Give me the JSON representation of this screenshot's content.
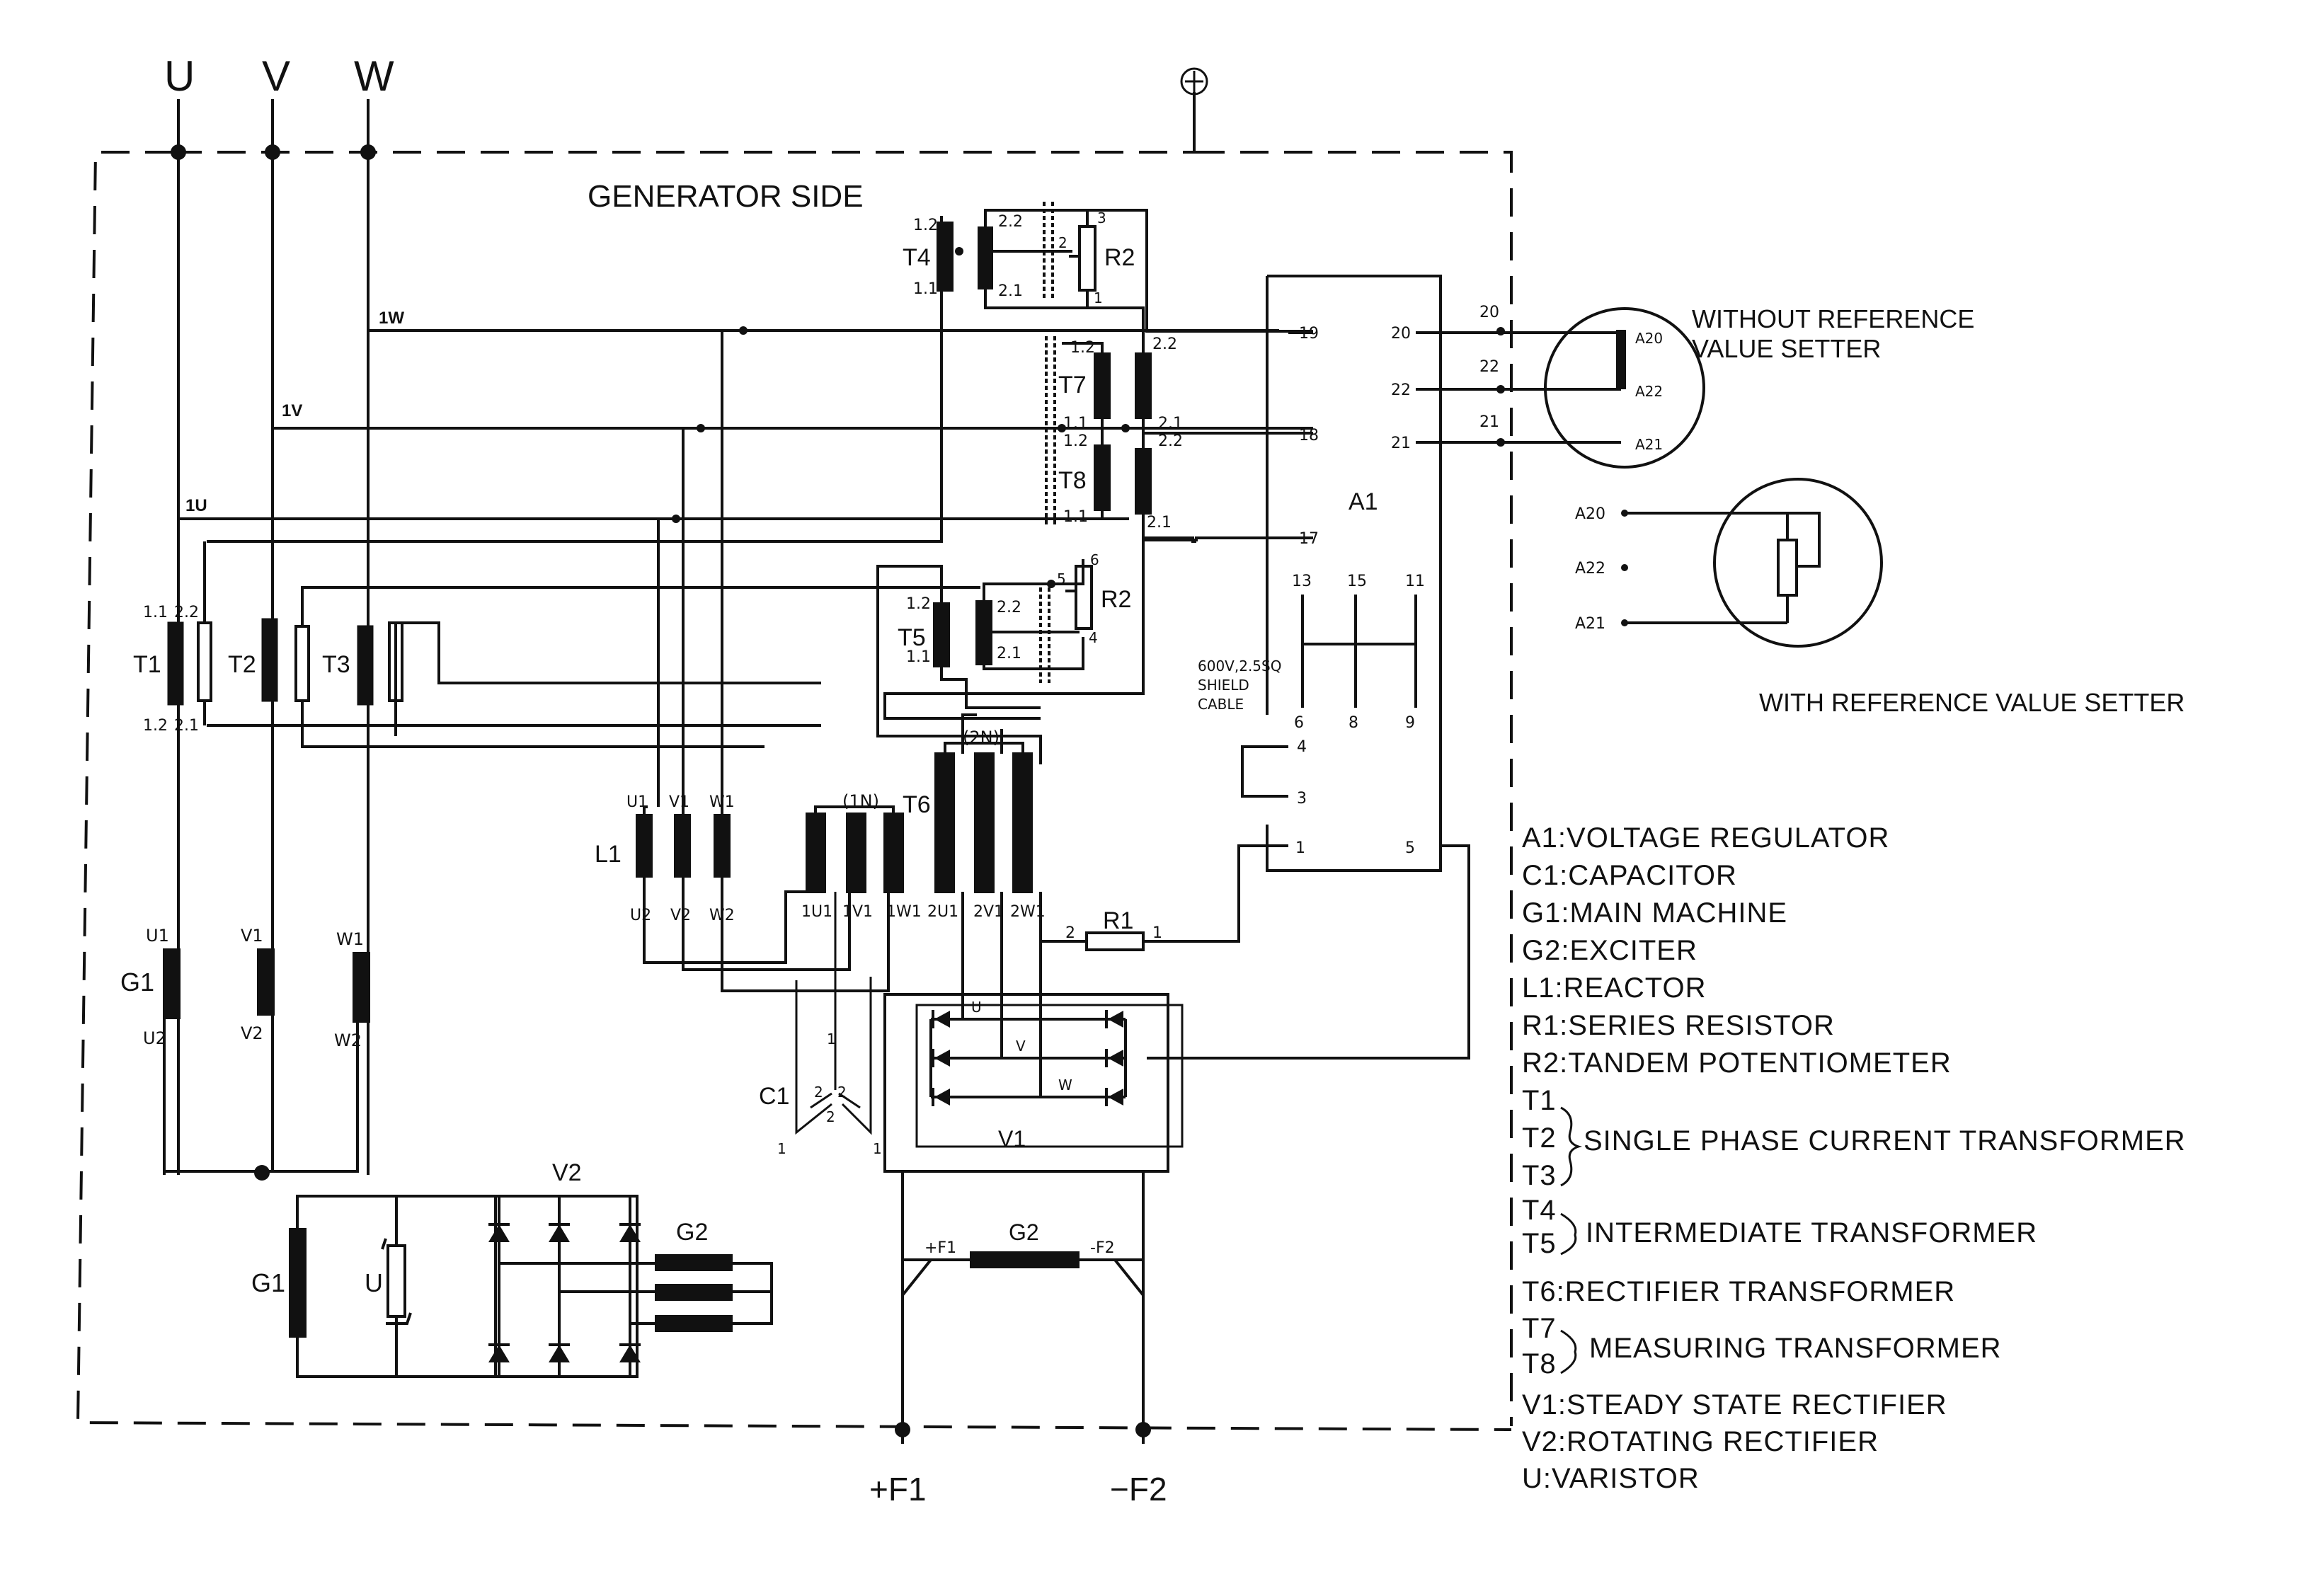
{
  "phases": {
    "u": "U",
    "v": "V",
    "w": "W",
    "ground": "⏚"
  },
  "region": {
    "generator_side": "GENERATOR SIDE"
  },
  "bus": {
    "w": "1W",
    "v": "1V",
    "u": "1U"
  },
  "components": {
    "t1": "T1",
    "t2": "T2",
    "t3": "T3",
    "t4": "T4",
    "t5": "T5",
    "t6": "T6",
    "t7": "T7",
    "t8": "T8",
    "r1": "R1",
    "r2_top": "R2",
    "r2_bottom": "R2",
    "a1": "A1",
    "l1": "L1",
    "c1": "C1",
    "g1_main": "G1",
    "g1_rot": "G1",
    "g2_rot": "G2",
    "g2_exc": "G2",
    "v1": "V1",
    "v2": "V2",
    "u_varistor": "U",
    "n1": "(1N)",
    "n2": "(2N)"
  },
  "terminals": {
    "t1_11": "1.1",
    "t1_12": "1.2",
    "t1_22": "2.2",
    "t1_21": "2.1",
    "t4_12": "1.2",
    "t4_11": "1.1",
    "t4_22": "2.2",
    "t4_21": "2.1",
    "t5_12": "1.2",
    "t5_11": "1.1",
    "t5_22": "2.2",
    "t5_21": "2.1",
    "t7_12": "1.2",
    "t7_11": "1.1",
    "t7_22": "2.2",
    "t7_21": "2.1",
    "t8_12": "1.2",
    "t8_11": "1.1",
    "t8_22": "2.2",
    "t8_21": "2.1",
    "r2a_3": "3",
    "r2a_2": "2",
    "r2a_1": "1",
    "r2b_6": "6",
    "r2b_5": "5",
    "r2b_4": "4",
    "a1_19": "19",
    "a1_18": "18",
    "a1_17": "17",
    "a1_20": "20",
    "a1_22": "22",
    "a1_21": "21",
    "a1_13": "13",
    "a1_15": "15",
    "a1_11": "11",
    "a1_6": "6",
    "a1_8": "8",
    "a1_9": "9",
    "a1_4": "4",
    "a1_3": "3",
    "a1_1": "1",
    "a1_5": "5",
    "ext_20": "20",
    "ext_22": "22",
    "ext_21": "21",
    "g1_u1": "U1",
    "g1_u2": "U2",
    "g1_v1": "V1",
    "g1_v2": "V2",
    "g1_w1": "W1",
    "g1_w2": "W2",
    "l1_u1": "U1",
    "l1_v1": "V1",
    "l1_w1": "W1",
    "l1_u2": "U2",
    "l1_v2": "V2",
    "l1_w2": "W2",
    "t6_1u1": "1U1",
    "t6_1v1": "1V1",
    "t6_1w1": "1W1",
    "t6_2u1": "2U1",
    "t6_2v1": "2V1",
    "t6_2w1": "2W1",
    "r1_2": "2",
    "r1_1": "1",
    "c1_1": "1",
    "c1_2a": "2",
    "c1_2b": "2",
    "c1_2c": "2",
    "c1_1l": "1",
    "c1_1r": "1",
    "v1_u": "U",
    "v1_v": "V",
    "v1_w": "W",
    "g2_f1": "+F1",
    "g2_f2": "-F2",
    "out_f1": "+F1",
    "out_f2": "−F2"
  },
  "cable": {
    "l1": "600V,2.5SQ",
    "l2": "SHIELD",
    "l3": "CABLE"
  },
  "setter": {
    "without_l1": "WITHOUT REFERENCE",
    "without_l2": "VALUE SETTER",
    "a20": "A20",
    "a22": "A22",
    "a21": "A21",
    "b20": "A20",
    "b22": "A22",
    "b21": "A21",
    "with": "WITH REFERENCE VALUE SETTER"
  },
  "legend": {
    "a1": "A1:VOLTAGE REGULATOR",
    "c1": "C1:CAPACITOR",
    "g1": "G1:MAIN MACHINE",
    "g2": "G2:EXCITER",
    "l1": "L1:REACTOR",
    "r1": "R1:SERIES RESISTOR",
    "r2": "R2:TANDEM POTENTIOMETER",
    "t1": "T1",
    "t2": "T2",
    "t3": "T3",
    "t123": "SINGLE PHASE CURRENT TRANSFORMER",
    "t4": "T4",
    "t5": "T5",
    "t45": "INTERMEDIATE TRANSFORMER",
    "t6": "T6:RECTIFIER TRANSFORMER",
    "t7": "T7",
    "t8": "T8",
    "t78": "MEASURING TRANSFORMER",
    "v1": "V1:STEADY STATE RECTIFIER",
    "v2": "V2:ROTATING RECTIFIER",
    "u": "U:VARISTOR"
  }
}
